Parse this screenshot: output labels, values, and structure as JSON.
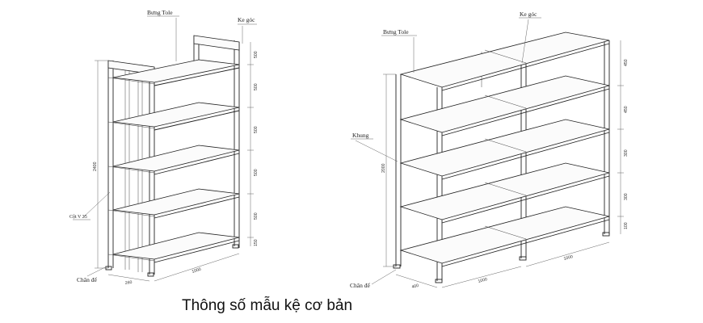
{
  "caption": "Thông số mẫu kệ cơ bản",
  "left_rack": {
    "labels": {
      "top_panel": "Bưng Tole",
      "corner": "Ke góc",
      "post": "Cột V 35",
      "foot": "Chân đế"
    },
    "dims": {
      "height": "2400",
      "depth": "260",
      "length": "1000",
      "spacings": [
        "500",
        "500",
        "500",
        "500",
        "500",
        "150"
      ]
    }
  },
  "right_rack": {
    "labels": {
      "top_panel": "Bưng Tole",
      "corner": "Ke góc",
      "frame": "Khung",
      "foot": "Chân đế"
    },
    "dims": {
      "height": "2000",
      "depth": "400",
      "length_a": "1000",
      "length_b": "1000",
      "spacings": [
        "450",
        "450",
        "300",
        "300",
        "100"
      ]
    }
  }
}
